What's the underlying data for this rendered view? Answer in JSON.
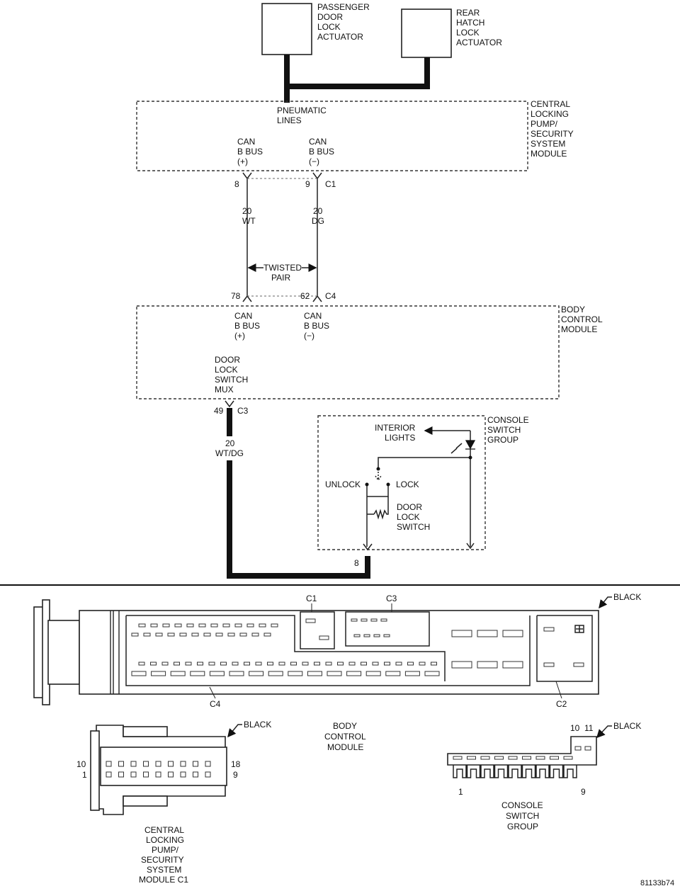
{
  "components": {
    "passenger_actuator": [
      "PASSENGER",
      "DOOR",
      "LOCK",
      "ACTUATOR"
    ],
    "rear_actuator": [
      "REAR",
      "HATCH",
      "LOCK",
      "ACTUATOR"
    ],
    "pneumatic_lines": [
      "PNEUMATIC",
      "LINES"
    ],
    "cpssm": [
      "CENTRAL",
      "LOCKING",
      "PUMP/",
      "SECURITY",
      "SYSTEM",
      "MODULE"
    ],
    "bcm": [
      "BODY",
      "CONTROL",
      "MODULE"
    ],
    "console": [
      "CONSOLE",
      "SWITCH",
      "GROUP"
    ]
  },
  "can_plus": [
    "CAN",
    "B BUS",
    "(+)"
  ],
  "can_minus": [
    "CAN",
    "B BUS",
    "(−)"
  ],
  "door_lock_mux": [
    "DOOR",
    "LOCK",
    "SWITCH",
    "MUX"
  ],
  "twisted_pair": [
    "TWISTED",
    "PAIR"
  ],
  "interior_lights": [
    "INTERIOR",
    "LIGHTS"
  ],
  "unlock": "UNLOCK",
  "lock": "LOCK",
  "door_lock_switch": [
    "DOOR",
    "LOCK",
    "SWITCH"
  ],
  "wires": {
    "pin_8": "8",
    "pin_9": "9",
    "c1": "C1",
    "wire_wt": [
      "20",
      "WT"
    ],
    "wire_dg": [
      "20",
      "DG"
    ],
    "pin_78": "78",
    "pin_62": "62",
    "c4": "C4",
    "pin_49": "49",
    "c3": "C3",
    "wire_wtdg": [
      "20",
      "WT/DG"
    ],
    "console_pin_8": "8"
  },
  "connectors": {
    "c1": "C1",
    "c3": "C3",
    "c4": "C4",
    "c2": "C2",
    "black_1": "BLACK",
    "black_2": "BLACK",
    "black_3": "BLACK",
    "bcm_center": [
      "BODY",
      "CONTROL",
      "MODULE"
    ],
    "cpssm_pins": {
      "top_left": "10",
      "bottom_left": "1",
      "top_right": "18",
      "bottom_right": "9"
    },
    "console_pins": {
      "top_a": "10",
      "top_b": "11",
      "bottom_left": "1",
      "bottom_right": "9"
    },
    "cpssm_title": [
      "CENTRAL",
      "LOCKING",
      "PUMP/",
      "SECURITY",
      "SYSTEM",
      "MODULE C1"
    ],
    "console_title": [
      "CONSOLE",
      "SWITCH",
      "GROUP"
    ]
  },
  "figure_id": "81133b74"
}
